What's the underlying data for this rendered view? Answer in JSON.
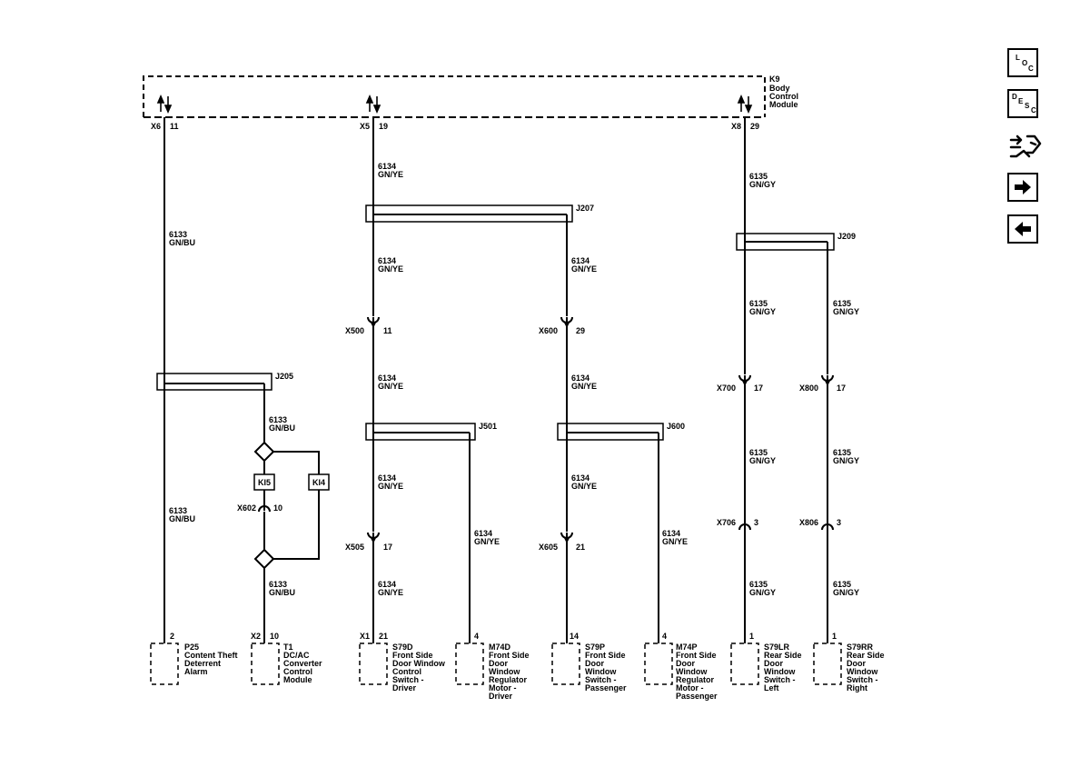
{
  "module": {
    "name": "K9",
    "desc_lines": [
      "Body",
      "Control",
      "Module"
    ]
  },
  "module_pins": [
    {
      "conn": "X6",
      "pin": "11"
    },
    {
      "conn": "X5",
      "pin": "19"
    },
    {
      "conn": "X8",
      "pin": "29"
    }
  ],
  "circuits": [
    {
      "num": "6133",
      "color": "GN/BU"
    },
    {
      "num": "6133",
      "color": "GN/BU"
    },
    {
      "num": "6133",
      "color": "GN/BU"
    },
    {
      "num": "6133",
      "color": "GN/BU"
    },
    {
      "num": "6134",
      "color": "GN/YE"
    },
    {
      "num": "6134",
      "color": "GN/YE"
    },
    {
      "num": "6134",
      "color": "GN/YE"
    },
    {
      "num": "6134",
      "color": "GN/YE"
    },
    {
      "num": "6134",
      "color": "GN/YE"
    },
    {
      "num": "6134",
      "color": "GN/YE"
    },
    {
      "num": "6134",
      "color": "GN/YE"
    },
    {
      "num": "6134",
      "color": "GN/YE"
    },
    {
      "num": "6134",
      "color": "GN/YE"
    },
    {
      "num": "6134",
      "color": "GN/YE"
    },
    {
      "num": "6135",
      "color": "GN/GY"
    },
    {
      "num": "6135",
      "color": "GN/GY"
    },
    {
      "num": "6135",
      "color": "GN/GY"
    },
    {
      "num": "6135",
      "color": "GN/GY"
    },
    {
      "num": "6135",
      "color": "GN/GY"
    },
    {
      "num": "6135",
      "color": "GN/GY"
    },
    {
      "num": "6135",
      "color": "GN/GY"
    }
  ],
  "splices": [
    "J205",
    "J207",
    "J501",
    "J600",
    "J209"
  ],
  "inline_connectors": [
    {
      "conn": "X602",
      "pin": "10"
    },
    {
      "conn": "X500",
      "pin": "11"
    },
    {
      "conn": "X505",
      "pin": "17"
    },
    {
      "conn": "X600",
      "pin": "29"
    },
    {
      "conn": "X605",
      "pin": "21"
    },
    {
      "conn": "X700",
      "pin": "17"
    },
    {
      "conn": "X706",
      "pin": "3"
    },
    {
      "conn": "X800",
      "pin": "17"
    },
    {
      "conn": "X806",
      "pin": "3"
    }
  ],
  "options": [
    "KI5",
    "KI4"
  ],
  "components": [
    {
      "conn": "",
      "pin": "2",
      "lines": [
        "P25",
        "Content Theft",
        "Deterrent",
        "Alarm"
      ]
    },
    {
      "conn": "X2",
      "pin": "10",
      "lines": [
        "T1",
        "DC/AC",
        "Converter",
        "Control",
        "Module"
      ]
    },
    {
      "conn": "X1",
      "pin": "21",
      "lines": [
        "S79D",
        "Front Side",
        "Door Window",
        "Control",
        "Switch -",
        "Driver"
      ]
    },
    {
      "conn": "",
      "pin": "4",
      "lines": [
        "M74D",
        "Front Side",
        "Door",
        "Window",
        "Regulator",
        "Motor -",
        "Driver"
      ]
    },
    {
      "conn": "",
      "pin": "14",
      "lines": [
        "S79P",
        "Front Side",
        "Door",
        "Window",
        "Switch -",
        "Passenger"
      ]
    },
    {
      "conn": "",
      "pin": "4",
      "lines": [
        "M74P",
        "Front Side",
        "Door",
        "Window",
        "Regulator",
        "Motor -",
        "Passenger"
      ]
    },
    {
      "conn": "",
      "pin": "1",
      "lines": [
        "S79LR",
        "Rear Side",
        "Door",
        "Window",
        "Switch -",
        "Left"
      ]
    },
    {
      "conn": "",
      "pin": "1",
      "lines": [
        "S79RR",
        "Rear Side",
        "Door",
        "Window",
        "Switch -",
        "Right"
      ]
    }
  ],
  "nav": {
    "loc": [
      "L",
      "O",
      "C"
    ],
    "desc": [
      "D",
      "E",
      "S",
      "C"
    ]
  }
}
